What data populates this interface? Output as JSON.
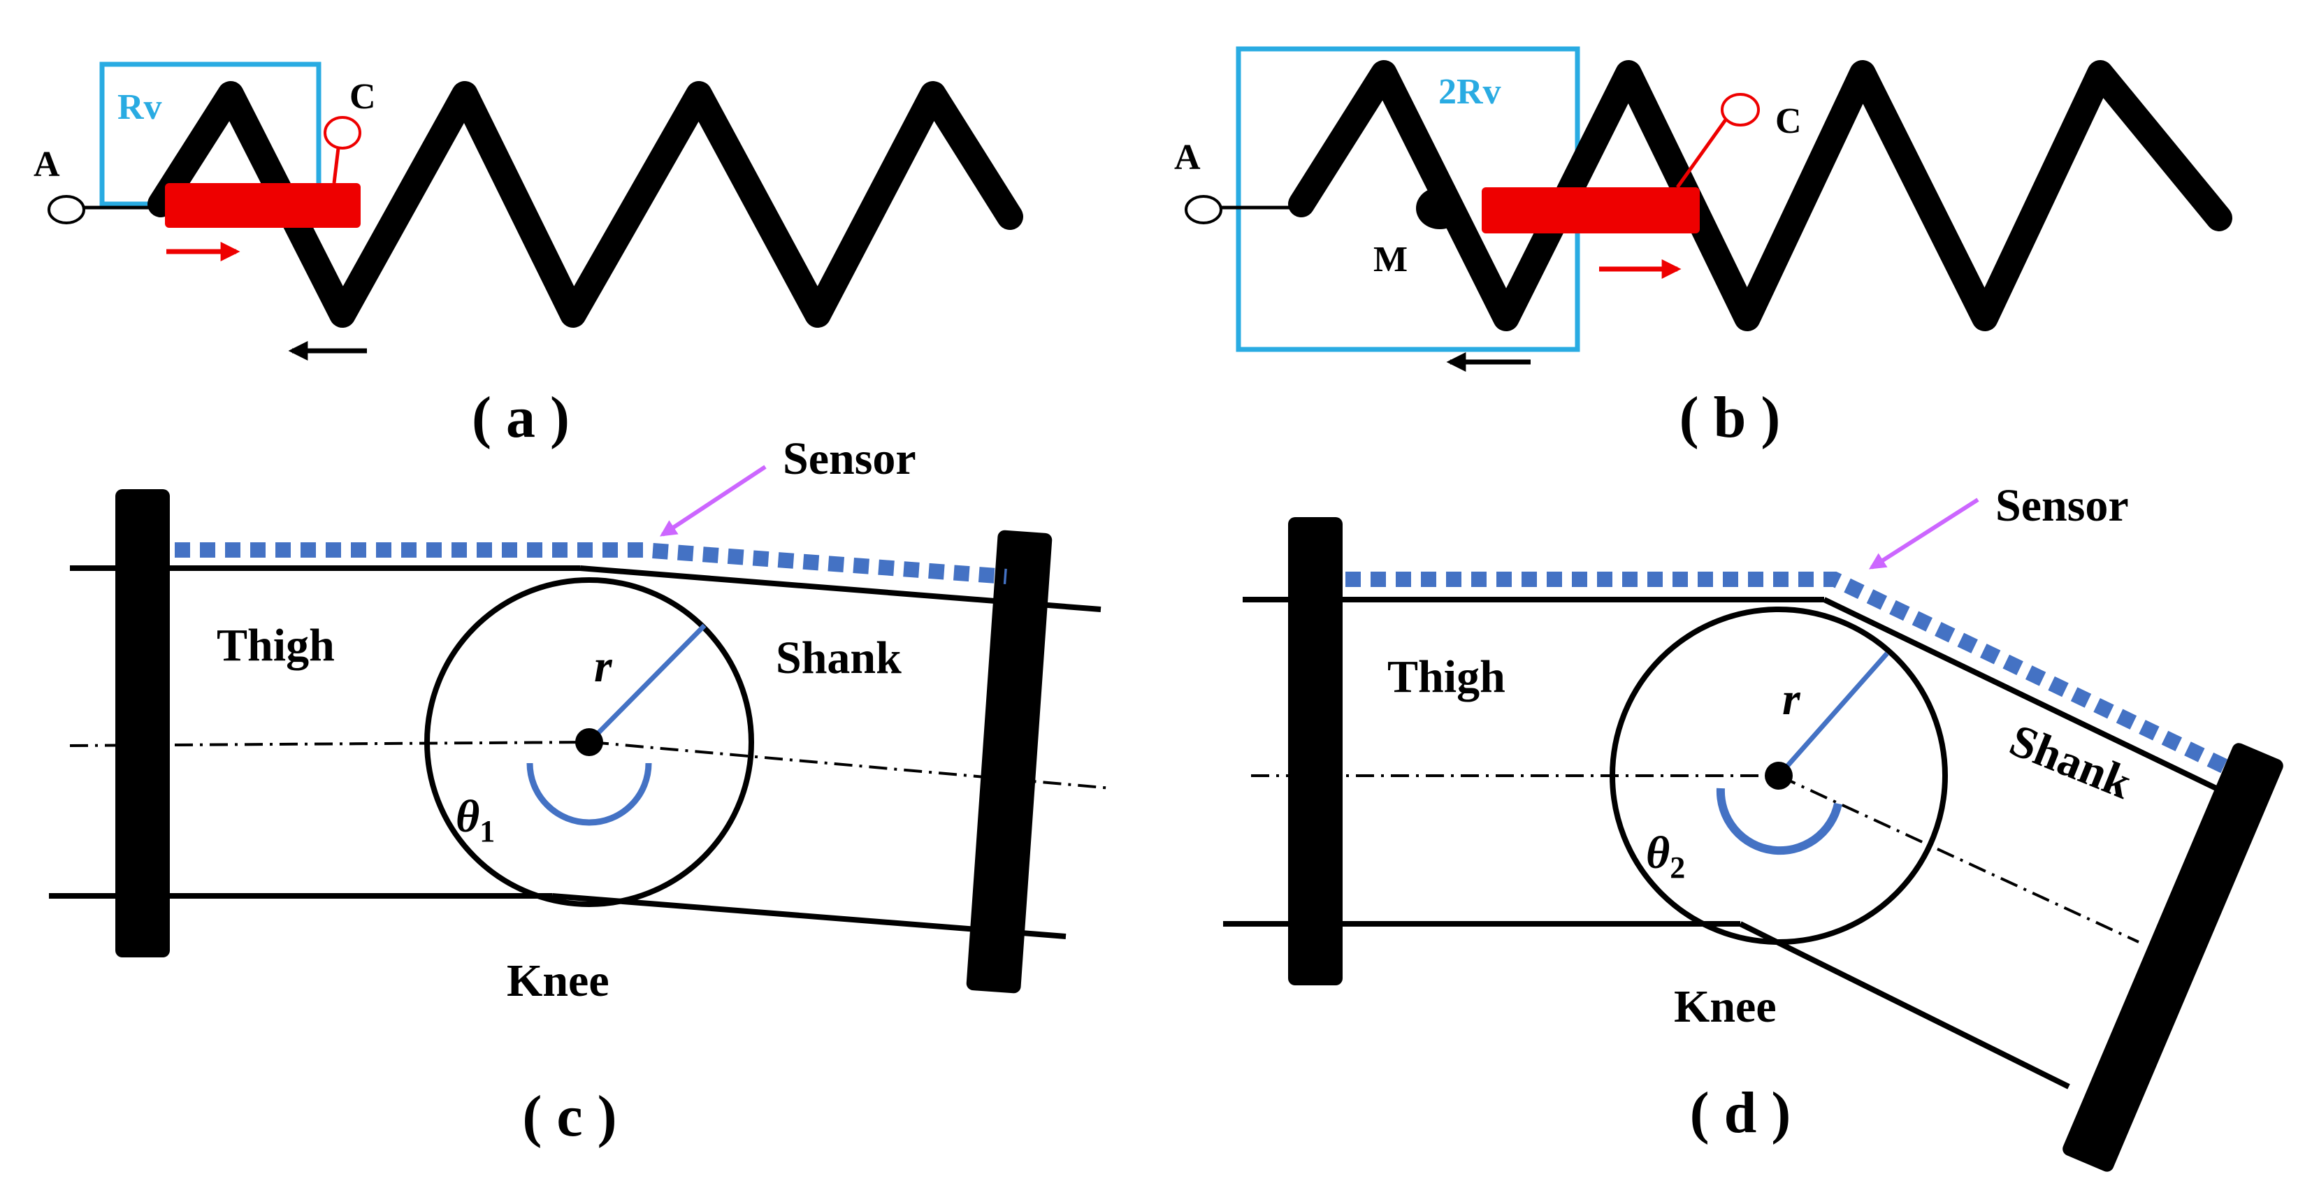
{
  "panels": {
    "a": {
      "caption": "( a )",
      "label_A": "A",
      "label_C": "C",
      "box_label": "Rv"
    },
    "b": {
      "caption": "( b )",
      "label_A": "A",
      "label_C": "C",
      "label_M": "M",
      "box_label": "2Rv"
    },
    "c": {
      "caption": "( c )",
      "sensor": "Sensor",
      "thigh": "Thigh",
      "shank": "Shank",
      "knee": "Knee",
      "radius": "r",
      "angle": "θ",
      "angle_sub": "1"
    },
    "d": {
      "caption": "( d )",
      "sensor": "Sensor",
      "thigh": "Thigh",
      "shank": "Shank",
      "knee": "Knee",
      "radius": "r",
      "angle": "θ",
      "angle_sub": "2"
    }
  },
  "colors": {
    "box": "#29ABE2",
    "slider": "#EE0000",
    "sensor": "#4472C4",
    "arrow_sensor": "#CC66FF",
    "radius_line": "#4472C4",
    "ink": "#000000"
  }
}
